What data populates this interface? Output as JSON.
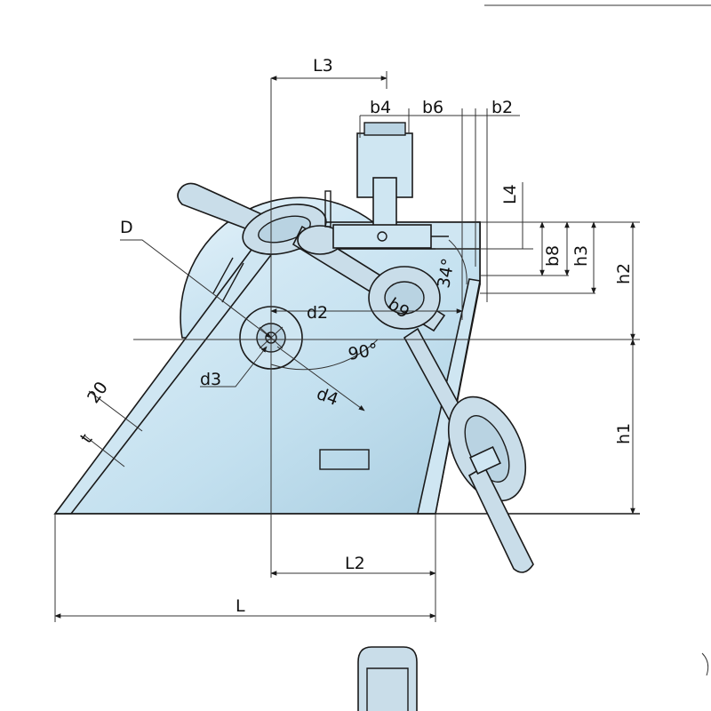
{
  "labels": {
    "L": "L",
    "L2": "L2",
    "L3": "L3",
    "L4": "L4",
    "b2": "b2",
    "b4": "b4",
    "b6": "b6",
    "b8": "b8",
    "b9": "b9",
    "h1": "h1",
    "h2": "h2",
    "h3": "h3",
    "D": "D",
    "d2": "d2",
    "d3": "d3",
    "d4": "d4",
    "t": "t",
    "twenty": "20",
    "angle90": "90°",
    "angle34": "34°"
  },
  "colors": {
    "fill_light": "#dbeef8",
    "fill_dark": "#a9cde0",
    "line": "#1a1a1a"
  }
}
